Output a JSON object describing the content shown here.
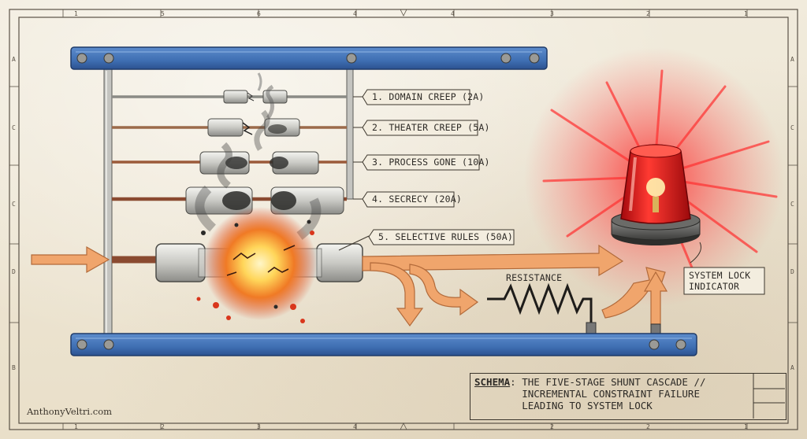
{
  "fuses": [
    {
      "label": "1. DOMAIN CREEP (2A)"
    },
    {
      "label": "2. THEATER CREEP (5A)"
    },
    {
      "label": "3. PROCESS GONE (10A)"
    },
    {
      "label": "4. SECRECY (20A)"
    },
    {
      "label": "5. SELECTIVE RULES (50A)"
    }
  ],
  "resistor": {
    "label": "RESISTANCE"
  },
  "indicator": {
    "label_line1": "SYSTEM LOCK",
    "label_line2": "INDICATOR"
  },
  "title_block": {
    "prefix": "SCHEMA",
    "line1": "THE FIVE-STAGE SHUNT CASCADE //",
    "line2": "INCREMENTAL CONSTRAINT FAILURE",
    "line3": "LEADING TO SYSTEM LOCK"
  },
  "credit": "AnthonyVeltri.com",
  "border": {
    "top_numbers": [
      "1",
      "5",
      "6",
      "4",
      "4",
      "3",
      "2",
      "1"
    ],
    "bottom_numbers": [
      "1",
      "2",
      "3",
      "4",
      "2",
      "2",
      "1"
    ],
    "left_letters": [
      "A",
      "C",
      "C",
      "D",
      "B"
    ],
    "right_letters": [
      "A",
      "C",
      "C",
      "D",
      "A"
    ]
  },
  "colors": {
    "rail_blue": "#3f6fb3",
    "flow_orange": "#f0a56c",
    "beacon_red": "#e3262a",
    "paper": "#efe8d8",
    "ink": "#2d2a26"
  }
}
